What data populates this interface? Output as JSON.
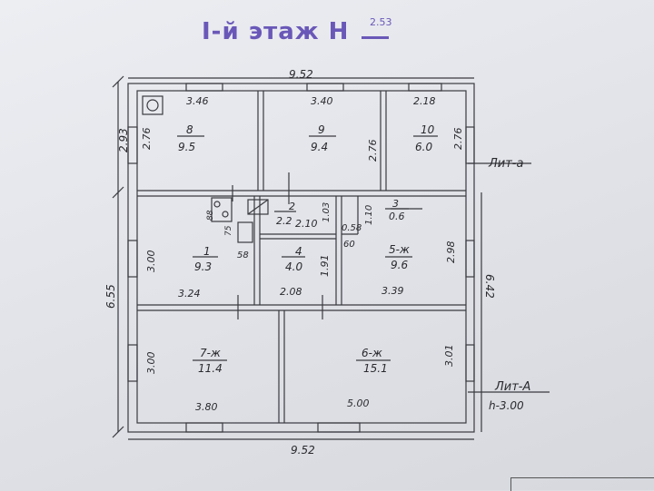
{
  "title": {
    "text": "I-й этаж Н",
    "height": "2.53"
  },
  "dimensions": {
    "top_overall": "9.52",
    "bottom_overall": "9.52",
    "left_upper": "2.93",
    "left_lower": "6.55",
    "right_lower": "6.42"
  },
  "labels": {
    "lit_a_small": "Лит-а",
    "lit_a_big": "Лит-А",
    "height_note": "h-3.00"
  },
  "rooms": [
    {
      "number": "8",
      "area": "9.5",
      "width": "3.46",
      "height": "2.76"
    },
    {
      "number": "9",
      "area": "9.4",
      "width": "3.40",
      "height": "2.76"
    },
    {
      "number": "10",
      "area": "6.0",
      "width": "2.18",
      "height": "2.76"
    },
    {
      "number": "1",
      "area": "9.3",
      "width": "3.24",
      "height": "3.00"
    },
    {
      "number": "2",
      "area": "2.2",
      "width": "2.10",
      "height": "1.03"
    },
    {
      "number": "3",
      "area": "0.6",
      "width": "1.10",
      "height": "0.58"
    },
    {
      "number": "4",
      "area": "4.0",
      "width": "2.08",
      "height": "1.91"
    },
    {
      "number": "5-ж",
      "area": "9.6",
      "width": "3.39",
      "height": "2.98"
    },
    {
      "number": "7-ж",
      "area": "11.4",
      "width": "3.80",
      "height": "3.00"
    },
    {
      "number": "6-ж",
      "area": "15.1",
      "width": "5.00",
      "height": "3.01"
    }
  ],
  "small_marks": {
    "m88": "88",
    "m75": "75",
    "m58": "58",
    "m60": "60"
  }
}
